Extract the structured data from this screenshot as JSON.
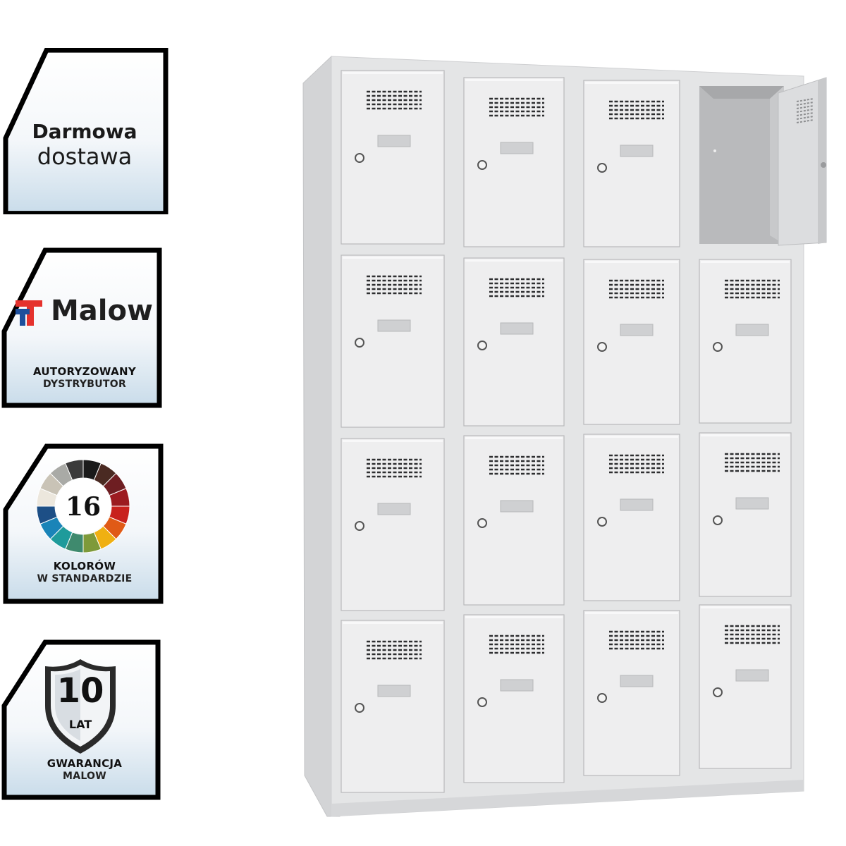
{
  "badges": {
    "delivery": {
      "line1": "Darmowa",
      "line2": "dostawa"
    },
    "brand": {
      "logo_text": "Malow",
      "line1": "AUTORYZOWANY",
      "line2": "DYSTRYBUTOR",
      "logo_colors": [
        "#e5322d",
        "#1d4f9c"
      ]
    },
    "colors": {
      "count": "16",
      "line1": "KOLORÓW",
      "line2": "W STANDARDZIE",
      "wheel_colors": [
        "#1a1a1a",
        "#4a2a22",
        "#6e1e22",
        "#9c1b20",
        "#c8211d",
        "#e05a16",
        "#f0b012",
        "#7e9a3a",
        "#3f8a6e",
        "#1f9b9b",
        "#1a84b8",
        "#1d4f86",
        "#ece7dd",
        "#c9c3b6",
        "#a9aaa6",
        "#3b3b3b"
      ]
    },
    "warranty": {
      "number": "10",
      "unit": "LAT",
      "line1": "GWARANCJA",
      "line2": "MALOW"
    }
  },
  "product": {
    "name": "locker-cabinet",
    "columns": 4,
    "rows": 4,
    "open_door": {
      "row": 0,
      "col": 3
    },
    "body_color": "#e4e5e6",
    "door_color": "#eeeeef"
  }
}
